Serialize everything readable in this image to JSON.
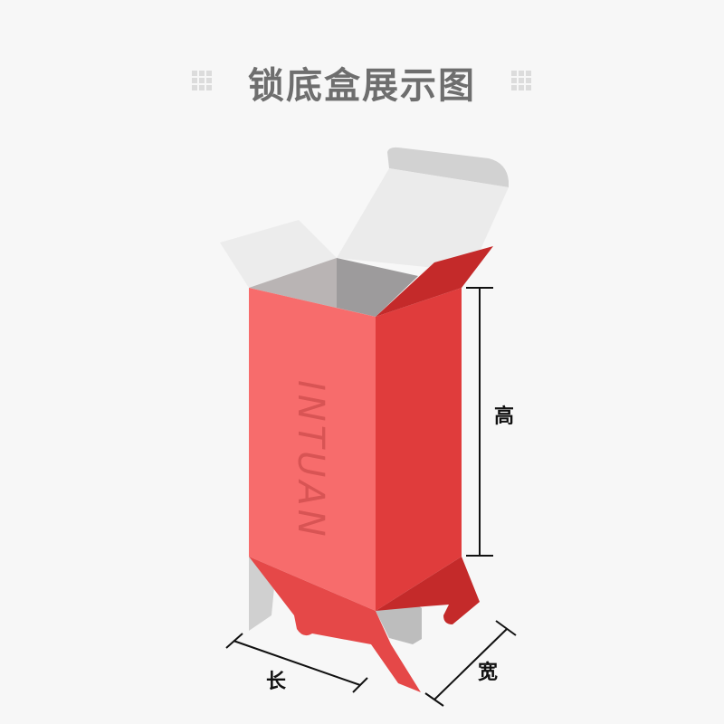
{
  "title": "锁底盒展示图",
  "box_logo": "INTUAN",
  "dimensions": {
    "height": "高",
    "length": "长",
    "width": "宽"
  },
  "colors": {
    "front": "#f76c6c",
    "side": "#e03c3c",
    "dark": "#c42a2a",
    "flap": "#ebebeb",
    "title": "#6e6e6e"
  }
}
